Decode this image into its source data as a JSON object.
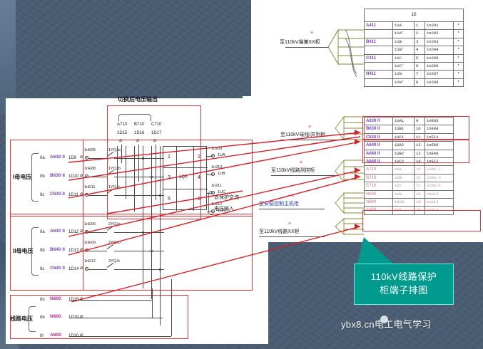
{
  "callout": {
    "line1": "110kV线路保护",
    "line2": "柜端子排图"
  },
  "watermark": "ybx8.cn电工电气学习",
  "diagram": {
    "title_switch_output": "切换后电压输出",
    "group_labels": {
      "bus1": "I母电压",
      "bus2": "II母电压",
      "line": "线路电压"
    },
    "protect_input": {
      "line1": "去保护交流",
      "line2": "电压输入"
    },
    "switch_block_label": "1QX",
    "switch_cells": [
      "1",
      "2",
      "3",
      "4",
      "5",
      "6"
    ],
    "output_columns": [
      {
        "name": "A710",
        "term": "1D15"
      },
      {
        "name": "B710",
        "term": "1D16"
      },
      {
        "name": "C710",
        "term": "1D17"
      }
    ],
    "output_terminals": [
      {
        "code": "1n209",
        "tag": "1UA"
      },
      {
        "code": "1n210",
        "tag": "1UB"
      },
      {
        "code": "1n211",
        "tag": "1UC"
      },
      {
        "code": "1n212",
        "tag": "1UN"
      }
    ],
    "bus1_rows": [
      {
        "phase": "IIa",
        "signal": "A630 II",
        "term": "1D9",
        "tn": "1nE05",
        "relay": "1YQJa"
      },
      {
        "phase": "IIb",
        "signal": "B630 II",
        "term": "1D10",
        "tn": "1nE08",
        "relay": "1YQJb"
      },
      {
        "phase": "IIc",
        "signal": "C630 II",
        "term": "1D11",
        "tn": "1nE11",
        "relay": "1YQJc"
      }
    ],
    "bus2_rows": [
      {
        "phase": "IIa",
        "signal": "A640 II",
        "term": "1D12",
        "tn": "1nE06",
        "relay": "2YQJa"
      },
      {
        "phase": "IIb",
        "signal": "B640 II",
        "term": "1D13",
        "tn": "1nE09",
        "relay": "2YQJb"
      },
      {
        "phase": "IIc",
        "signal": "C640 II",
        "term": "1D14",
        "tn": "1nE12",
        "relay": "2YQJc"
      }
    ],
    "neutral_row": {
      "phase": "IIn",
      "signal": "N600",
      "term": "1D18"
    },
    "line_rows": [
      {
        "phase": "IIb",
        "signal": "N600",
        "term": "1D19"
      },
      {
        "phase": "IIl",
        "signal": "A609",
        "term": "1D20"
      }
    ],
    "mid_annotations": [
      "至110kV母线I并列柜",
      "至110kV线路测控柜",
      "至安稳控制主机柜",
      "至110kV线路XX柜"
    ],
    "top_annotation": "至110kV端兼XX柜"
  },
  "top_table": {
    "header": "1D",
    "rows": [
      {
        "name": "A411",
        "tag": "11A",
        "no": "1",
        "code": "1n201",
        "star": "*"
      },
      {
        "name": "",
        "tag": "11A'",
        "no": "2",
        "code": "1n202",
        "star": "*"
      },
      {
        "name": "B411",
        "tag": "11B",
        "no": "3",
        "code": "1n203",
        "star": "*"
      },
      {
        "name": "",
        "tag": "11B'",
        "no": "4",
        "code": "1n204",
        "star": "*"
      },
      {
        "name": "C411",
        "tag": "11C",
        "no": "5",
        "code": "1n205",
        "star": "*"
      },
      {
        "name": "",
        "tag": "11C'",
        "no": "6",
        "code": "1n206",
        "star": "*"
      },
      {
        "name": "N411",
        "tag": "11N",
        "no": "7",
        "code": "1n207",
        "star": "*"
      },
      {
        "name": "",
        "tag": "11N'",
        "no": "8",
        "code": "1n208",
        "star": "*"
      }
    ]
  },
  "bottom_table": {
    "rows": [
      {
        "name": "A630 II",
        "tag": "1UA1",
        "no": "9",
        "code": "1nE05",
        "faint": false
      },
      {
        "name": "B630 II",
        "tag": "1UB1",
        "no": "10",
        "code": "1nE08",
        "faint": false
      },
      {
        "name": "C630 II",
        "tag": "1UC1",
        "no": "11",
        "code": "1nE11",
        "faint": false
      },
      {
        "name": "A640 II",
        "tag": "1UA2",
        "no": "12",
        "code": "1nE06",
        "faint": false
      },
      {
        "name": "A640 II",
        "tag": "1UB2",
        "no": "13",
        "code": "1nE09",
        "faint": false
      },
      {
        "name": "A640 II",
        "tag": "1UC2",
        "no": "14",
        "code": "1nE12",
        "faint": false
      },
      {
        "name": "A710",
        "tag": "1UA",
        "no": "15",
        "code": "12KK-1",
        "faint": true
      },
      {
        "name": "B710",
        "tag": "1UB",
        "no": "16",
        "code": "12KK-3",
        "faint": true
      },
      {
        "name": "C710",
        "tag": "1UC",
        "no": "17",
        "code": "12KK-5",
        "faint": true
      },
      {
        "name": "N600",
        "tag": "1UN",
        "no": "18",
        "code": "1n212",
        "faint": true
      },
      {
        "name": "N600",
        "tag": "1UXN",
        "no": "19",
        "code": "1n214",
        "faint": true
      },
      {
        "name": "A609",
        "tag": "1UX",
        "no": "20",
        "code": "1n213",
        "faint": true
      }
    ]
  }
}
